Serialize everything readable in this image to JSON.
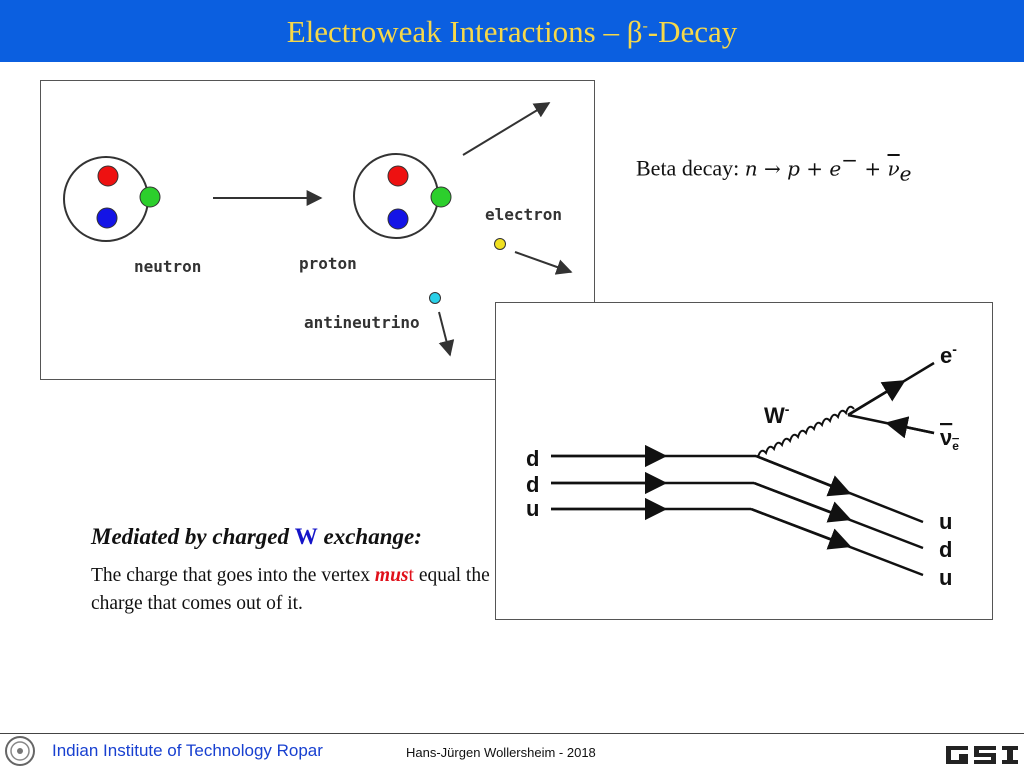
{
  "slide": {
    "title_main": "Electroweak Interactions – β",
    "title_sup": "-",
    "title_end": "-Decay"
  },
  "decay_diagram": {
    "neutron_label": "neutron",
    "proton_label": "proton",
    "electron_label": "electron",
    "antineutrino_label": "antineutrino",
    "colors": {
      "red": "#ee1111",
      "green": "#2ccf2c",
      "blue": "#1414e6",
      "yellow": "#f0e020",
      "cyan": "#29d0e8"
    }
  },
  "beta_decay": {
    "label": "Beta decay: ",
    "n": "n",
    "arrow": " → ",
    "p": "p",
    "plus1": " + ",
    "e": "e",
    "e_sup": "−",
    "plus2": " + ",
    "nu": "ν",
    "nu_sub": "e"
  },
  "feynman": {
    "in_quarks": [
      "d",
      "d",
      "u"
    ],
    "out_quarks": [
      "u",
      "d",
      "u"
    ],
    "boson": "W",
    "boson_sup": "-",
    "lepton_e": "e",
    "lepton_e_sup": "-",
    "lepton_nu": "ν",
    "lepton_nu_sub": "e"
  },
  "text": {
    "mediated_pre": "Mediated by charged ",
    "mediated_w": "W",
    "mediated_post": " exchange:",
    "explain_pre": "The charge that goes into the vertex ",
    "explain_must": "mus",
    "explain_t": "t",
    "explain_post": " equal the charge that comes out of it."
  },
  "footer": {
    "institution": "Indian Institute of Technology Ropar",
    "author": "Hans-Jürgen Wollersheim  - 2018",
    "logo": "GSI"
  }
}
